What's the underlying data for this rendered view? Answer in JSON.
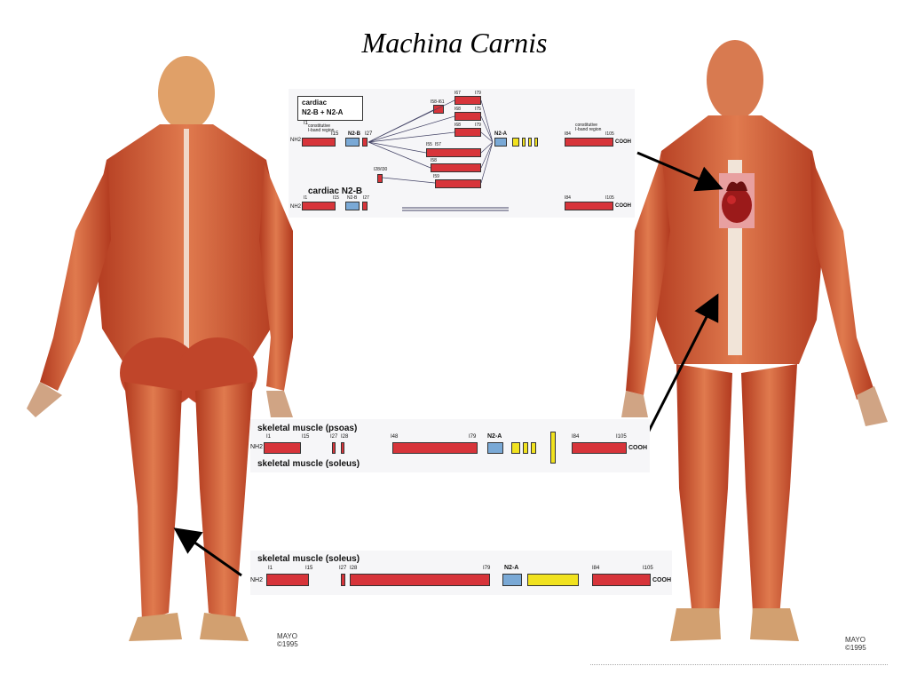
{
  "title": "Machina Carnis",
  "cardiac_panel": {
    "box_label_line1": "cardiac",
    "box_label_line2": "N2-B + N2-A",
    "second_label": "cardiac N2-B",
    "labels": {
      "i1": "I1",
      "i15": "I15",
      "n2b": "N2-B",
      "i27": "I27",
      "i28i30": "I28/I30",
      "i57": "I57",
      "i58i61": "I58-I61",
      "i67": "I67",
      "i68a": "I68",
      "i68b": "I68",
      "i79a": "I79",
      "i75": "I75",
      "i79b": "I79",
      "i55": "I55",
      "i58": "I58",
      "i59": "I59",
      "n2a": "N2-A",
      "i84": "I84",
      "i105": "I105",
      "const1": "constitutive",
      "const1b": "I-band region",
      "const2": "constitutive",
      "const2b": "I-band region",
      "nh2": "NH2",
      "cooh": "COOH",
      "nh2b": "NH2",
      "i1b": "I1",
      "i15b": "I15",
      "n2bb": "N2-B",
      "i27b": "I27",
      "i84b": "I84",
      "i105b": "I105",
      "coohb": "COOH"
    }
  },
  "psoas_panel": {
    "label_top": "skeletal muscle (psoas)",
    "label_bottom": "skeletal muscle (soleus)",
    "labels": {
      "nh2": "NH2",
      "i1": "I1",
      "i15": "I15",
      "i27": "I27",
      "i28": "I28",
      "i48": "I48",
      "i79": "I79",
      "n2a": "N2-A",
      "i84": "I84",
      "i105": "I105",
      "cooh": "COOH"
    }
  },
  "soleus_panel": {
    "label_top": "skeletal muscle (soleus)",
    "labels": {
      "nh2": "NH2",
      "i1": "I1",
      "i15": "I15",
      "i27": "I27",
      "i28": "I28",
      "i79": "I79",
      "n2a": "N2-A",
      "i84": "I84",
      "i105": "I105",
      "cooh": "COOH"
    }
  },
  "signatures": {
    "left_mayo_1": "MAYO",
    "left_mayo_2": "©1995",
    "right_mayo_1": "MAYO",
    "right_mayo_2": "©1995"
  },
  "colors": {
    "muscle": "#c24a2c",
    "segment_red": "#d7343a",
    "segment_blue": "#7aa9d6",
    "segment_yellow": "#f1e21f"
  }
}
